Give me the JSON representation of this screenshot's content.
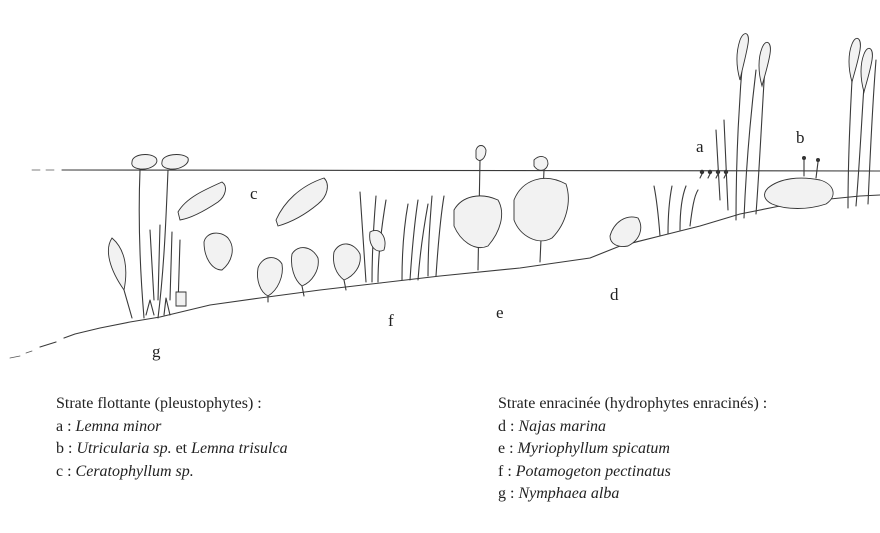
{
  "diagram": {
    "labels": {
      "a": "a",
      "b": "b",
      "c": "c",
      "d": "d",
      "e": "e",
      "f": "f",
      "g": "g"
    }
  },
  "legend": {
    "floating": {
      "heading": "Strate flottante (pleustophytes) :",
      "items": [
        {
          "key": "a :",
          "name": "Lemna minor",
          "joiner": "",
          "name2": ""
        },
        {
          "key": "b :",
          "name": "Utricularia sp.",
          "joiner": " et ",
          "name2": "Lemna trisulca"
        },
        {
          "key": "c :",
          "name": "Ceratophyllum sp.",
          "joiner": "",
          "name2": ""
        }
      ]
    },
    "rooted": {
      "heading": "Strate enracinée (hydrophytes enracinés) :",
      "items": [
        {
          "key": "d :",
          "name": "Najas marina"
        },
        {
          "key": "e :",
          "name": "Myriophyllum spicatum"
        },
        {
          "key": "f :",
          "name": "Potamogeton pectinatus"
        },
        {
          "key": "g :",
          "name": "Nymphaea alba"
        }
      ]
    }
  }
}
